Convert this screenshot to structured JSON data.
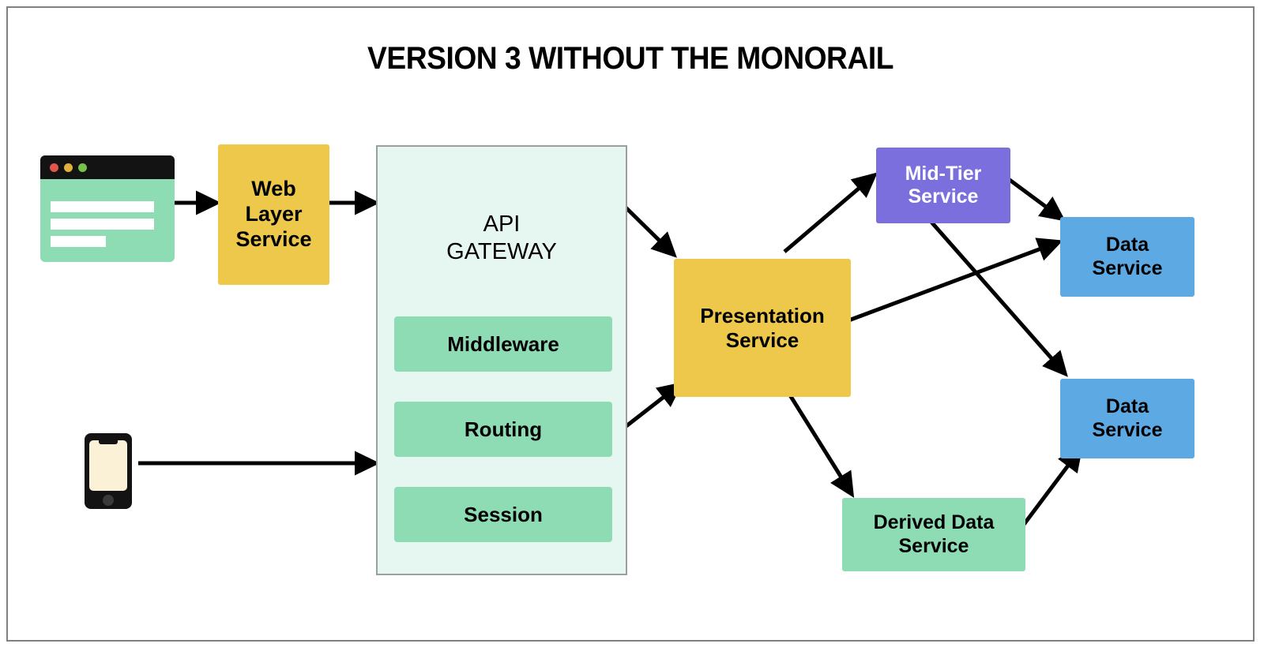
{
  "diagram": {
    "title": "VERSION 3 WITHOUT THE MONORAIL",
    "colors": {
      "amber": "#edc84b",
      "mint": "#8ddcb4",
      "mint_pale": "#e5f7f0",
      "blue": "#5da9e3",
      "purple": "#7a6fdc",
      "arrow": "#000000",
      "border": "#808080",
      "background": "#ffffff"
    },
    "icons": [
      {
        "name": "browser-window-icon",
        "label": "Browser window"
      },
      {
        "name": "mobile-phone-icon",
        "label": "Mobile phone"
      }
    ],
    "nodes": {
      "web_layer_service": "Web\nLayer\nService",
      "api_gateway": "API\nGATEWAY",
      "api_gateway_items": [
        "Middleware",
        "Routing",
        "Session"
      ],
      "presentation_service": "Presentation\nService",
      "mid_tier_service": "Mid-Tier\nService",
      "data_service_1": "Data\nService",
      "data_service_2": "Data\nService",
      "derived_data_service": "Derived Data\nService"
    },
    "edges": [
      {
        "from": "browser-window-icon",
        "to": "web-layer-service"
      },
      {
        "from": "web-layer-service",
        "to": "api-gateway"
      },
      {
        "from": "mobile-phone-icon",
        "to": "api-gateway"
      },
      {
        "from": "api-gateway",
        "to": "presentation-service"
      },
      {
        "from": "api-gateway",
        "to": "presentation-service"
      },
      {
        "from": "presentation-service",
        "to": "mid-tier-service"
      },
      {
        "from": "presentation-service",
        "to": "data-service-1"
      },
      {
        "from": "presentation-service",
        "to": "derived-data-service"
      },
      {
        "from": "mid-tier-service",
        "to": "data-service-1"
      },
      {
        "from": "mid-tier-service",
        "to": "data-service-2"
      },
      {
        "from": "derived-data-service",
        "to": "data-service-2"
      }
    ]
  }
}
